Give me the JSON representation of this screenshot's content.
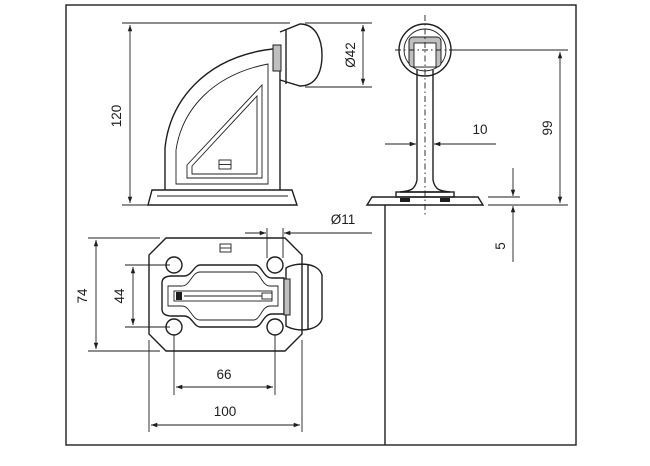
{
  "dimensions": {
    "height_side": "120",
    "head_diameter": "Ø42",
    "height_front": "99",
    "stem_width": "10",
    "base_thickness": "5",
    "hole_diameter": "Ø11",
    "plate_height": "74",
    "hole_spacing_v": "44",
    "hole_spacing_h": "66",
    "plate_width": "100"
  }
}
